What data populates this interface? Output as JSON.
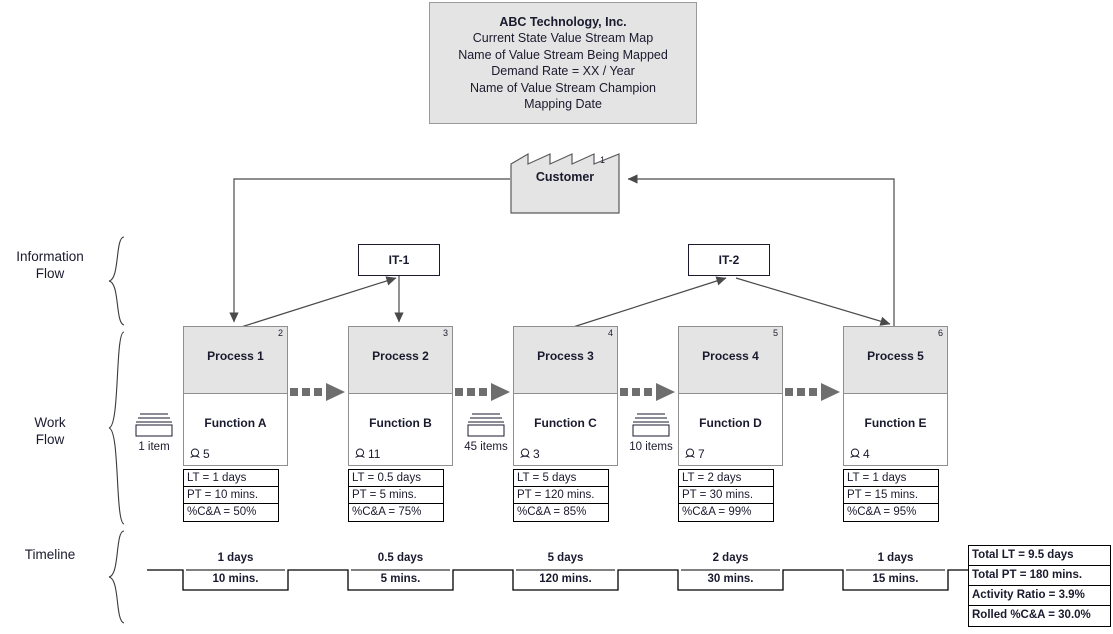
{
  "title_block": {
    "lines": [
      {
        "text": "ABC Technology, Inc.",
        "bold": true
      },
      {
        "text": "Current State Value Stream Map",
        "bold": false
      },
      {
        "text": "Name of Value Stream Being Mapped",
        "bold": false
      },
      {
        "text": "Demand Rate = XX / Year",
        "bold": false
      },
      {
        "text": "Name of Value Stream Champion",
        "bold": false
      },
      {
        "text": "Mapping Date",
        "bold": false
      }
    ]
  },
  "customer": {
    "label": "Customer",
    "number": "1"
  },
  "sections": [
    {
      "label_line1": "Information",
      "label_line2": "Flow"
    },
    {
      "label_line1": "Work",
      "label_line2": "Flow"
    },
    {
      "label_line1": "Timeline",
      "label_line2": ""
    }
  ],
  "it_systems": [
    {
      "label": "IT-1"
    },
    {
      "label": "IT-2"
    }
  ],
  "processes": [
    {
      "number": "2",
      "name": "Process 1",
      "function": "Function A",
      "operators": "5",
      "lt": "LT = 1 days",
      "pt": "PT = 10 mins.",
      "ca": "%C&A = 50%",
      "timeline_days": "1 days",
      "timeline_mins": "10 mins."
    },
    {
      "number": "3",
      "name": "Process 2",
      "function": "Function B",
      "operators": "11",
      "lt": "LT = 0.5 days",
      "pt": "PT = 5 mins.",
      "ca": "%C&A = 75%",
      "timeline_days": "0.5 days",
      "timeline_mins": "5 mins."
    },
    {
      "number": "4",
      "name": "Process 3",
      "function": "Function C",
      "operators": "3",
      "lt": "LT = 5 days",
      "pt": "PT = 120 mins.",
      "ca": "%C&A = 85%",
      "timeline_days": "5 days",
      "timeline_mins": "120 mins."
    },
    {
      "number": "5",
      "name": "Process 4",
      "function": "Function D",
      "operators": "7",
      "lt": "LT = 2 days",
      "pt": "PT = 30 mins.",
      "ca": "%C&A = 99%",
      "timeline_days": "2 days",
      "timeline_mins": "30 mins."
    },
    {
      "number": "6",
      "name": "Process 5",
      "function": "Function E",
      "operators": "4",
      "lt": "LT = 1 days",
      "pt": "PT = 15 mins.",
      "ca": "%C&A = 95%",
      "timeline_days": "1 days",
      "timeline_mins": "15 mins."
    }
  ],
  "inventory": [
    {
      "label": "1 item"
    },
    {
      "label": "45 items"
    },
    {
      "label": "10 items"
    }
  ],
  "totals": {
    "rows": [
      "Total LT = 9.5 days",
      "Total PT = 180 mins.",
      "Activity Ratio = 3.9%",
      "Rolled %C&A = 30.0%"
    ]
  },
  "colors": {
    "process_header_fill": "#e4e4e4",
    "process_border": "#8f8f8f",
    "title_fill": "#e4e4e4",
    "push_arrow": "#6e6e6e",
    "flow_line": "#4a4a4a",
    "text": "#1a1a2e"
  }
}
